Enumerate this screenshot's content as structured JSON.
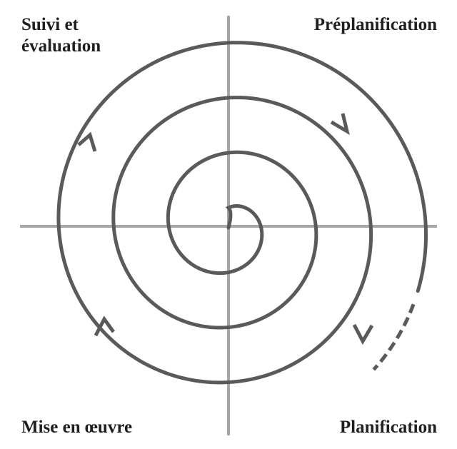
{
  "quadrants": {
    "top_left": {
      "line1": "Suivi et",
      "line2": "évaluation"
    },
    "top_right": "Préplanification",
    "bottom_left": "Mise en œuvre",
    "bottom_right": "Planification"
  },
  "colors": {
    "axis": "#a6a6a6",
    "spiral": "#5a5a5a",
    "text": "#1f1f1f"
  }
}
